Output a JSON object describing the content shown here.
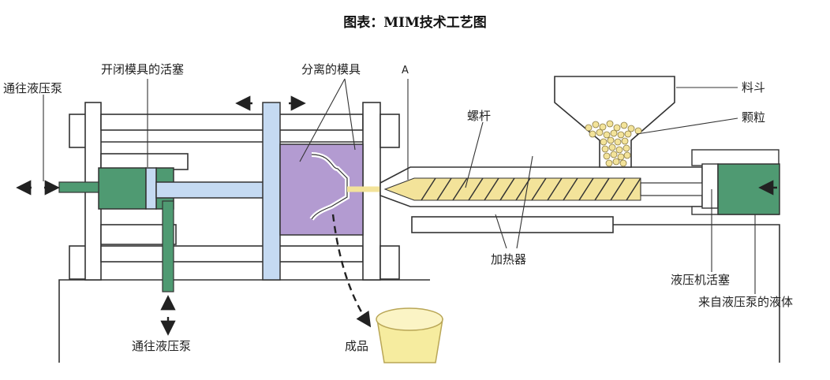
{
  "title": "图表：MIM技术工艺图",
  "labels": {
    "pump_left": "通往液压泵",
    "clamp_piston": "开闭模具的活塞",
    "split_mold": "分离的模具",
    "point_a": "A",
    "hopper": "料斗",
    "granules": "颗粒",
    "screw": "螺杆",
    "heater": "加热器",
    "hyd_piston": "液压机活塞",
    "pump_bottom": "通往液压泵",
    "product": "成品",
    "fluid_in": "来自液压泵的液体"
  },
  "colors": {
    "piston_green": "#4f9a72",
    "mold_purple": "#b39bd1",
    "ram_blue": "#c5daf2",
    "feedstock_yellow": "#f3e39a",
    "product_cup": "#f6ec9f",
    "line": "#333333"
  }
}
